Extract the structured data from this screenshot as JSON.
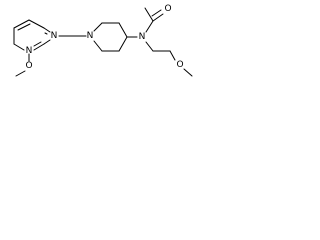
{
  "molecule": {
    "atoms": {
      "n_pyrimidine_top": "N",
      "n_pyrimidine_bottom": "N",
      "o_methoxy_left": "O",
      "n_piperidine": "N",
      "n_amide": "N",
      "o_carbonyl": "O",
      "o_methoxyethyl": "O"
    }
  }
}
